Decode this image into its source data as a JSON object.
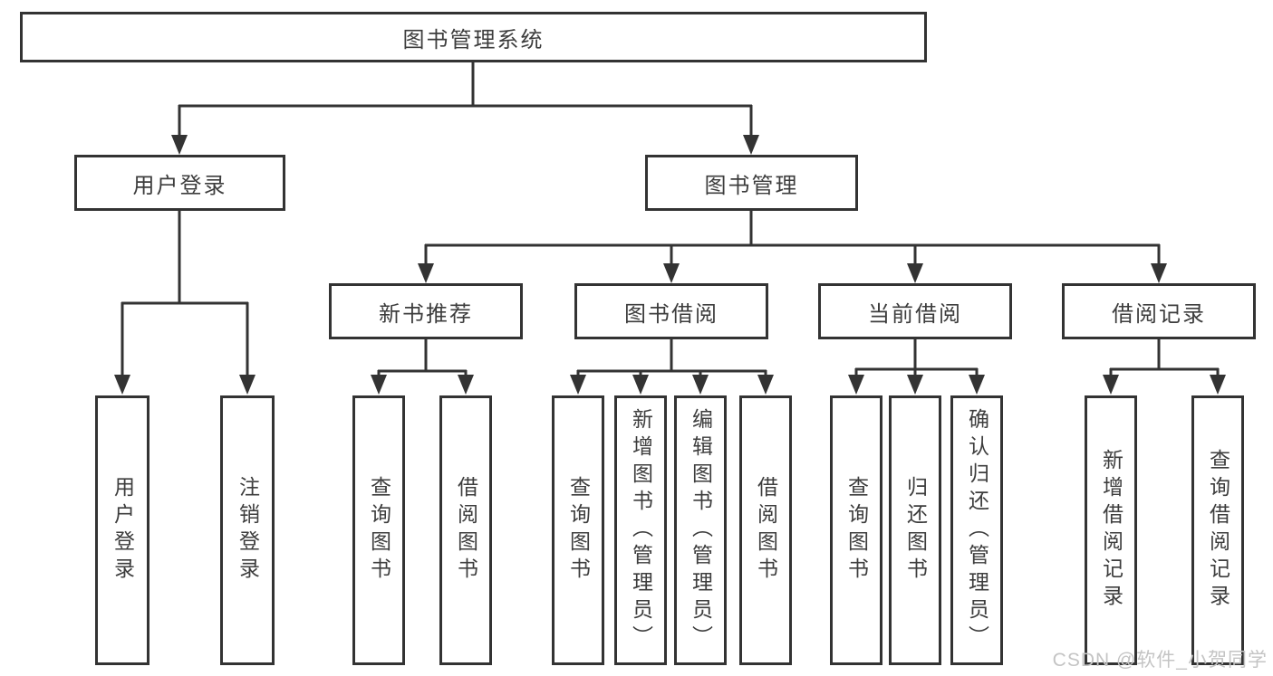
{
  "colors": {
    "background": "#ffffff",
    "line": "#333333",
    "box_border": "#333333",
    "text": "#3d3d3d",
    "watermark": "#c4c4c4"
  },
  "diagram": {
    "type": "hierarchy-tree",
    "root": {
      "label": "图书管理系统"
    },
    "branches": [
      {
        "label": "用户登录",
        "children": [
          {
            "label": "用户登录"
          },
          {
            "label": "注销登录"
          }
        ]
      },
      {
        "label": "图书管理",
        "children": [
          {
            "label": "新书推荐",
            "children": [
              {
                "label": "查询图书"
              },
              {
                "label": "借阅图书"
              }
            ]
          },
          {
            "label": "图书借阅",
            "children": [
              {
                "label": "查询图书"
              },
              {
                "label": "新增图书（管理员）"
              },
              {
                "label": "编辑图书（管理员）"
              },
              {
                "label": "借阅图书"
              }
            ]
          },
          {
            "label": "当前借阅",
            "children": [
              {
                "label": "查询图书"
              },
              {
                "label": "归还图书"
              },
              {
                "label": "确认归还（管理员）"
              }
            ]
          },
          {
            "label": "借阅记录",
            "children": [
              {
                "label": "新增借阅记录"
              },
              {
                "label": "查询借阅记录"
              }
            ]
          }
        ]
      }
    ]
  },
  "watermark": {
    "text": "CSDN @软件_小贺同学"
  }
}
